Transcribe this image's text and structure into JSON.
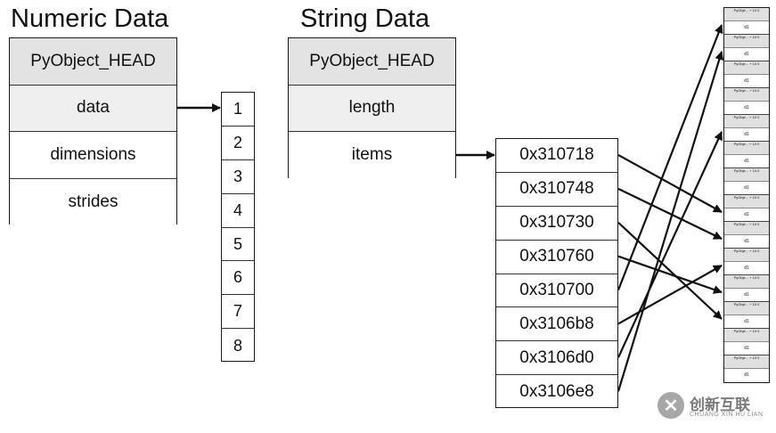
{
  "numeric": {
    "title": "Numeric Data",
    "fields": [
      "PyObject_HEAD",
      "data",
      "dimensions",
      "strides"
    ],
    "values": [
      "1",
      "2",
      "3",
      "4",
      "5",
      "6",
      "7",
      "8"
    ]
  },
  "string": {
    "title": "String Data",
    "fields": [
      "PyObject_HEAD",
      "length",
      "items"
    ],
    "pointers": [
      "0x310718",
      "0x310748",
      "0x310730",
      "0x310760",
      "0x310700",
      "0x3106b8",
      "0x3106d0",
      "0x3106e8"
    ],
    "objects": {
      "count": 14,
      "header_label": "PyObje... + 10 0",
      "data_label": "d1"
    },
    "pointer_targets": [
      7,
      8,
      11,
      10,
      0,
      9,
      4,
      1
    ]
  },
  "watermark": {
    "logo_glyph": "✕",
    "text_cn": "创新互联",
    "text_en": "CHUANG XIN HU LIAN"
  },
  "colors": {
    "header_fill": "#e3e3e3",
    "border": "#1a1a1a",
    "arrow": "#111111"
  }
}
